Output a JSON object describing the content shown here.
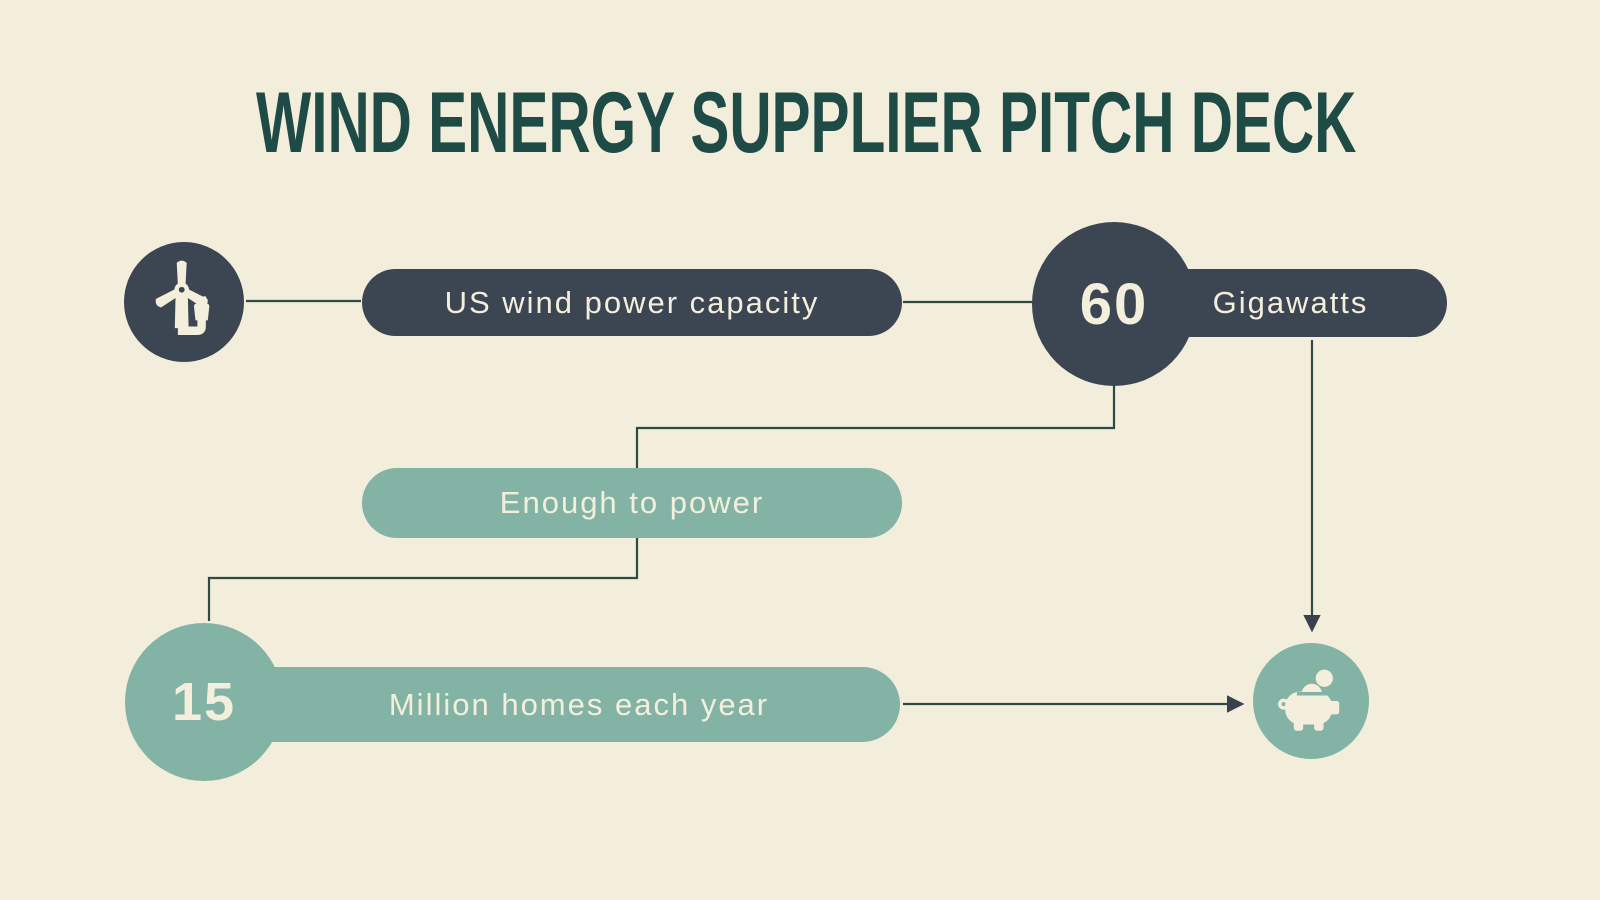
{
  "title": "WIND ENERGY SUPPLIER PITCH DECK",
  "flow": {
    "capacity": {
      "icon": "wind-turbine-icon",
      "label": "US wind power capacity",
      "value": "60",
      "unit": "Gigawatts"
    },
    "bridge": {
      "label": "Enough to power"
    },
    "homes": {
      "value": "15",
      "label": "Million homes each year",
      "icon": "piggy-bank-icon"
    }
  },
  "colors": {
    "background": "#f3eedb",
    "dark_slate": "#3c4552",
    "sage_teal": "#83b3a4",
    "title_green": "#1f4b47",
    "connector_line": "#2e4a44",
    "arrowhead": "#39414e",
    "text_cream": "#f4efdc"
  }
}
